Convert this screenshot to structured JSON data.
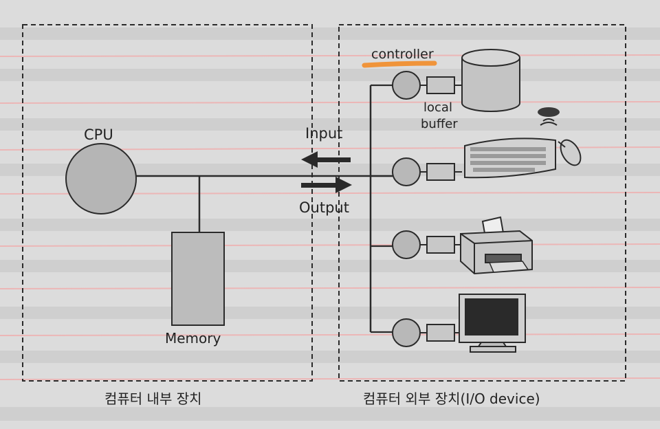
{
  "labels": {
    "cpu": "CPU",
    "memory": "Memory",
    "input": "Input",
    "output": "Output",
    "controller": "controller",
    "local": "local",
    "buffer": "buffer",
    "internal_caption": "컴퓨터 내부 장치",
    "external_caption": "컴퓨터 외부 장치(I/O device)"
  },
  "devices": [
    {
      "name": "disk",
      "icon": "disk-cylinder-icon"
    },
    {
      "name": "keyboard-and-mouse",
      "icon": "keyboard-mouse-icon"
    },
    {
      "name": "printer",
      "icon": "printer-icon"
    },
    {
      "name": "monitor",
      "icon": "monitor-icon"
    }
  ],
  "colors": {
    "paper": "#dcdcdc",
    "ink": "#2a2a2a",
    "highlight": "#f28c28",
    "controller_fill": "#b8b8b8",
    "cpu_fill": "#b5b5b5"
  }
}
